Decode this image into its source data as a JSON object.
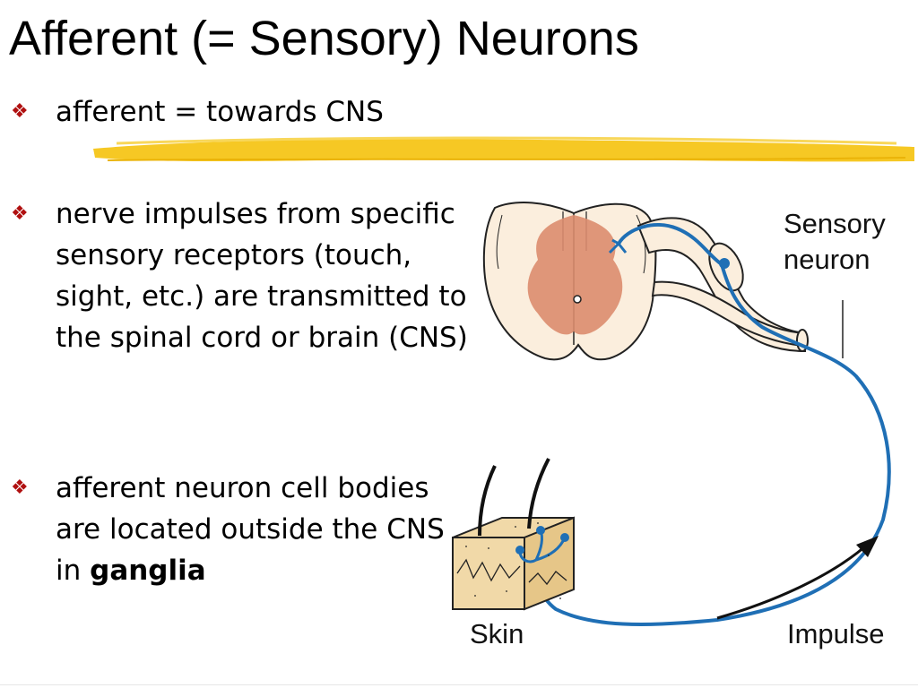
{
  "slide": {
    "title": "Afferent (= Sensory) Neurons",
    "bullet_symbol": "❖",
    "bullets": [
      {
        "text": "afferent = towards CNS"
      },
      {
        "text": "nerve impulses from specific sensory receptors (touch, sight, etc.) are transmitted to the spinal cord or brain (CNS)"
      },
      {
        "text_before": "afferent neuron cell bodies are located outside the CNS in ",
        "bold": "ganglia"
      }
    ],
    "highlight_color": "#f5c518"
  },
  "diagram": {
    "labels": {
      "sensory_neuron_line1": "Sensory",
      "sensory_neuron_line2": "neuron",
      "skin": "Skin",
      "impulse": "Impulse"
    },
    "icons": [
      "spinal-cord-cross-section",
      "sensory-neuron-path",
      "skin-block",
      "impulse-arrow"
    ],
    "colors": {
      "neuron": "#1f6fb5",
      "grey_matter": "#dc8c6e",
      "cord_fill": "#fbeedd",
      "skin_fill": "#f1d9a8",
      "bullet": "#b01010"
    }
  }
}
